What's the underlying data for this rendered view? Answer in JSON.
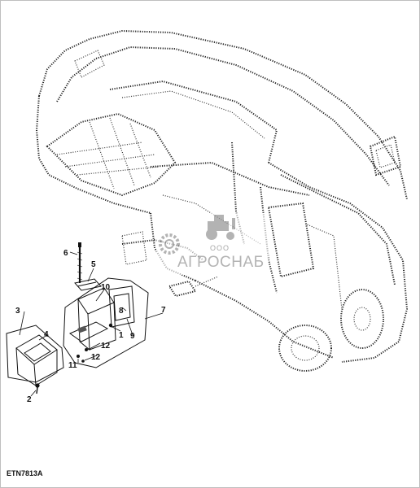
{
  "figure_id": "ETN7813A",
  "watermark": {
    "prefix": "ООО",
    "name": "АГРОСНАБ"
  },
  "callouts": [
    {
      "id": "c1",
      "text": "1"
    },
    {
      "id": "c2",
      "text": "2"
    },
    {
      "id": "c3",
      "text": "3"
    },
    {
      "id": "c4",
      "text": "4"
    },
    {
      "id": "c5",
      "text": "5"
    },
    {
      "id": "c6",
      "text": "6"
    },
    {
      "id": "c7",
      "text": "7"
    },
    {
      "id": "c8",
      "text": "8"
    },
    {
      "id": "c9",
      "text": "9"
    },
    {
      "id": "c10",
      "text": "10"
    },
    {
      "id": "c11",
      "text": "11"
    },
    {
      "id": "c12a",
      "text": "12"
    },
    {
      "id": "c12b",
      "text": "12"
    }
  ]
}
